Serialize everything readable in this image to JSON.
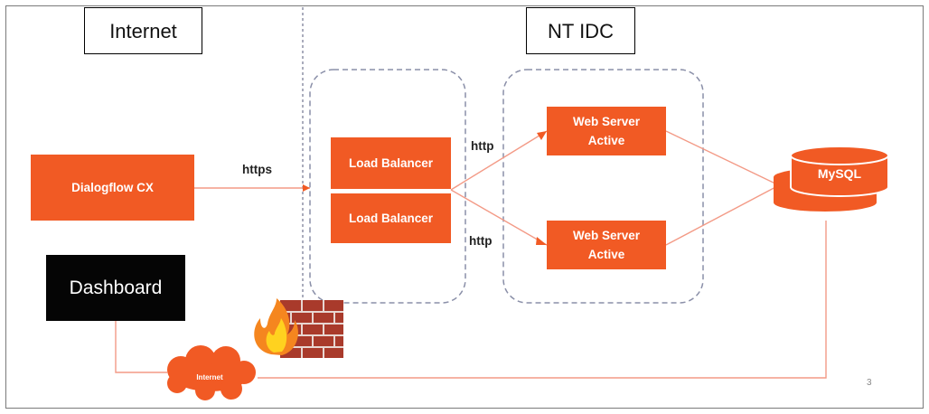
{
  "zones": {
    "internet": "Internet",
    "idc": "NT IDC"
  },
  "nodes": {
    "dialogflow": "Dialogflow CX",
    "dashboard": "Dashboard",
    "load_balancer_1": "Load Balancer",
    "load_balancer_2": "Load Balancer",
    "web_server_1": [
      "Web Server",
      "Active"
    ],
    "web_server_2": [
      "Web Server",
      "Active"
    ],
    "database": "MySQL",
    "internet_cloud": "Internet"
  },
  "edges": {
    "dialogflow_to_lb": "https",
    "lb_to_web_1": "http",
    "lb_to_web_2": "http"
  },
  "page_number": "3",
  "icons": {
    "firewall": "firewall-icon",
    "cloud": "cloud-icon",
    "database": "database-icon"
  },
  "colors": {
    "node_fill": "#f15a24",
    "connector": "#f39a86",
    "group_border": "#8a8fa8",
    "dashboard_fill": "#050505"
  }
}
